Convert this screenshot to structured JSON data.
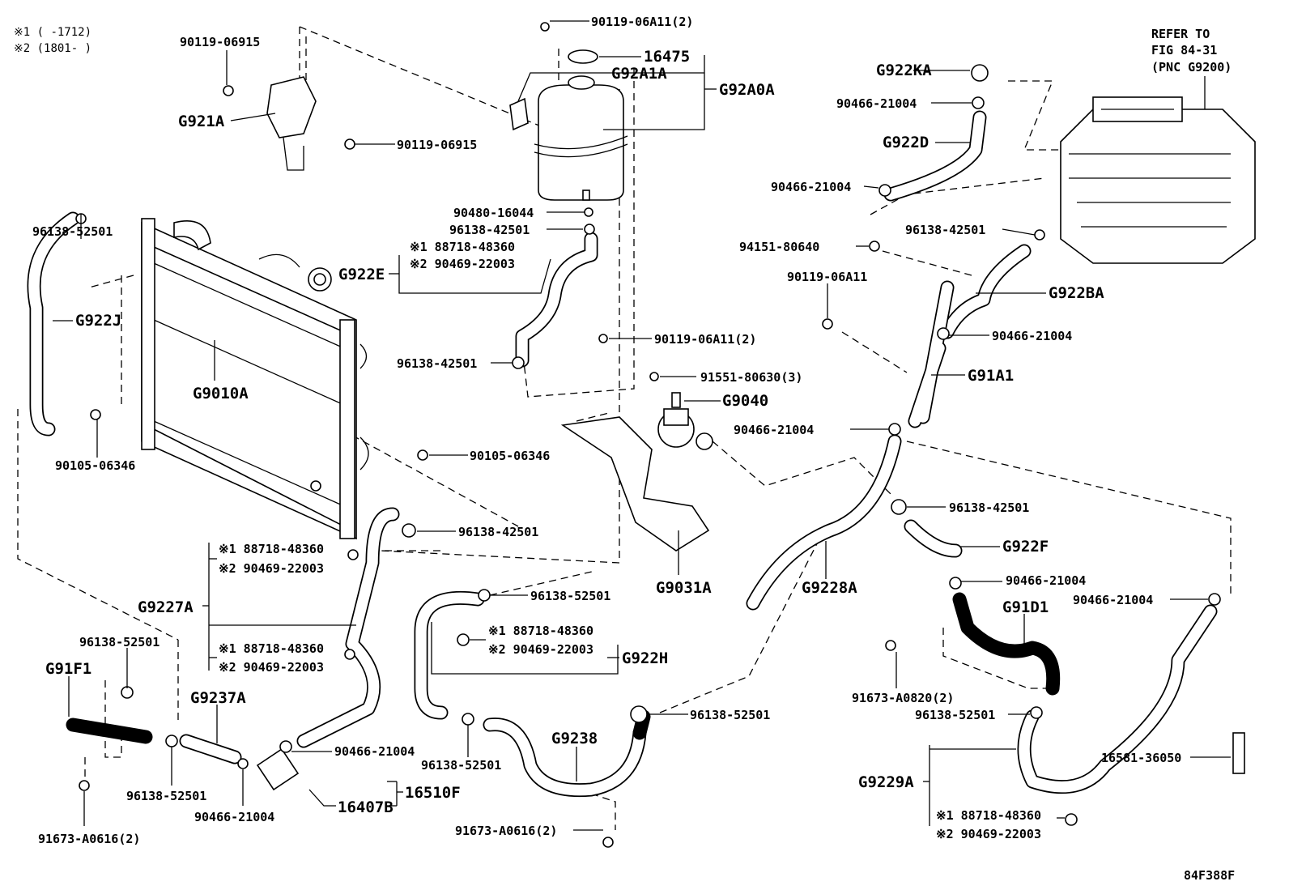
{
  "notes": {
    "note1": "※1 (      -1712)",
    "note2": "※2 (1801-      )"
  },
  "refer": {
    "line1": "REFER TO",
    "line2": "FIG 84-31",
    "line3": "(PNC G9200)"
  },
  "callouts": {
    "p90119_06915_a": "90119-06915",
    "p90119_06915_b": "90119-06915",
    "G921A": "G921A",
    "p90119_06A11_2_top": "90119-06A11(2)",
    "p16475": "16475",
    "G92A1A": "G92A1A",
    "G92A0A": "G92A0A",
    "p90480_16044": "90480-16044",
    "p96138_42501_tank": "96138-42501",
    "note1_88718_48360_a": "※1 88718-48360",
    "note2_90469_22003_a": "※2 90469-22003",
    "G922E": "G922E",
    "p96138_42501_e": "96138-42501",
    "p90119_06A11_2_mid": "90119-06A11(2)",
    "p91551_80630_3": "91551-80630(3)",
    "G9040": "G9040",
    "p96138_52501_left": "96138-52501",
    "G922J": "G922J",
    "G9010A": "G9010A",
    "p90105_06346_left": "90105-06346",
    "p90105_06346_mid": "90105-06346",
    "p96138_42501_rad": "96138-42501",
    "note1_88718_48360_b": "※1 88718-48360",
    "note2_90469_22003_b": "※2 90469-22003",
    "G9227A": "G9227A",
    "note1_88718_48360_c": "※1 88718-48360",
    "note2_90469_22003_c": "※2 90469-22003",
    "p96138_52501_f1": "96138-52501",
    "G91F1": "G91F1",
    "G9237A": "G9237A",
    "p90466_21004_g": "90466-21004",
    "p96138_52501_g": "96138-52501",
    "p90466_21004_h": "90466-21004",
    "p16407B": "16407B",
    "p16510F": "16510F",
    "p91673_A0616_2_left": "91673-A0616(2)",
    "G9031A": "G9031A",
    "p96138_52501_h": "96138-52501",
    "note1_88718_48360_d": "※1 88718-48360",
    "note2_90469_22003_d": "※2 90469-22003",
    "G922H": "G922H",
    "p96138_52501_i": "96138-52501",
    "G9238": "G9238",
    "p96138_52501_j": "96138-52501",
    "p91673_A0616_2_mid": "91673-A0616(2)",
    "G922KA": "G922KA",
    "p90466_21004_ka": "90466-21004",
    "G922D": "G922D",
    "p90466_21004_d": "90466-21004",
    "p96138_42501_inv": "96138-42501",
    "p94151_80640": "94151-80640",
    "p90119_06A11": "90119-06A11",
    "G922BA": "G922BA",
    "p90466_21004_ba": "90466-21004",
    "G91A1": "G91A1",
    "p90466_21004_a1": "90466-21004",
    "p96138_42501_f": "96138-42501",
    "G922F": "G922F",
    "G9228A": "G9228A",
    "p90466_21004_f": "90466-21004",
    "G91D1": "G91D1",
    "p90466_21004_right": "90466-21004",
    "p91673_A0820_2": "91673-A0820(2)",
    "p96138_52501_d1": "96138-52501",
    "p16581_36050": "16581-36050",
    "G9229A": "G9229A",
    "note1_88718_48360_e": "※1 88718-48360",
    "note2_90469_22003_e": "※2 90469-22003"
  },
  "figure_id": "84F388F",
  "colors": {
    "line": "#000000",
    "background": "#ffffff"
  }
}
